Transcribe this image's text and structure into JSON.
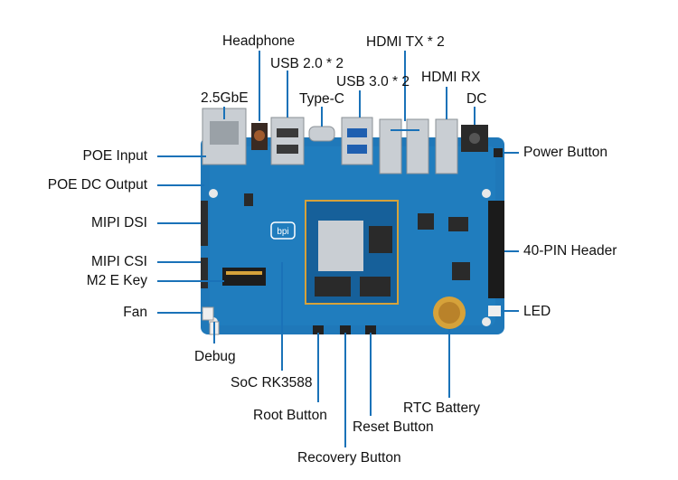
{
  "colors": {
    "board": "#1f78b9",
    "board_dark": "#16609a",
    "leader": "#1a72b8",
    "chip": "#7d8287",
    "metal": "#c9ced3",
    "gold": "#d6a23a",
    "white": "#ffffff"
  },
  "labels": {
    "headphone": "Headphone",
    "hdmi_tx": "HDMI TX * 2",
    "usb20": "USB 2.0 * 2",
    "usb30": "USB 3.0 * 2",
    "hdmi_rx": "HDMI RX",
    "gbe": "2.5GbE",
    "typec": "Type-C",
    "dc": "DC",
    "poe_input": "POE Input",
    "poe_dc_output": "POE DC Output",
    "mipi_dsi": "MIPI DSI",
    "mipi_csi": "MIPI CSI",
    "m2_ekey": "M2 E Key",
    "fan": "Fan",
    "debug": "Debug",
    "soc": "SoC RK3588",
    "root_button": "Root Button",
    "reset_button": "Reset Button",
    "recovery_button": "Recovery Button",
    "rtc_battery": "RTC Battery",
    "power_button": "Power Button",
    "header40": "40-PIN Header",
    "led": "LED"
  },
  "board_marks": {
    "logo_text": "bpi"
  }
}
